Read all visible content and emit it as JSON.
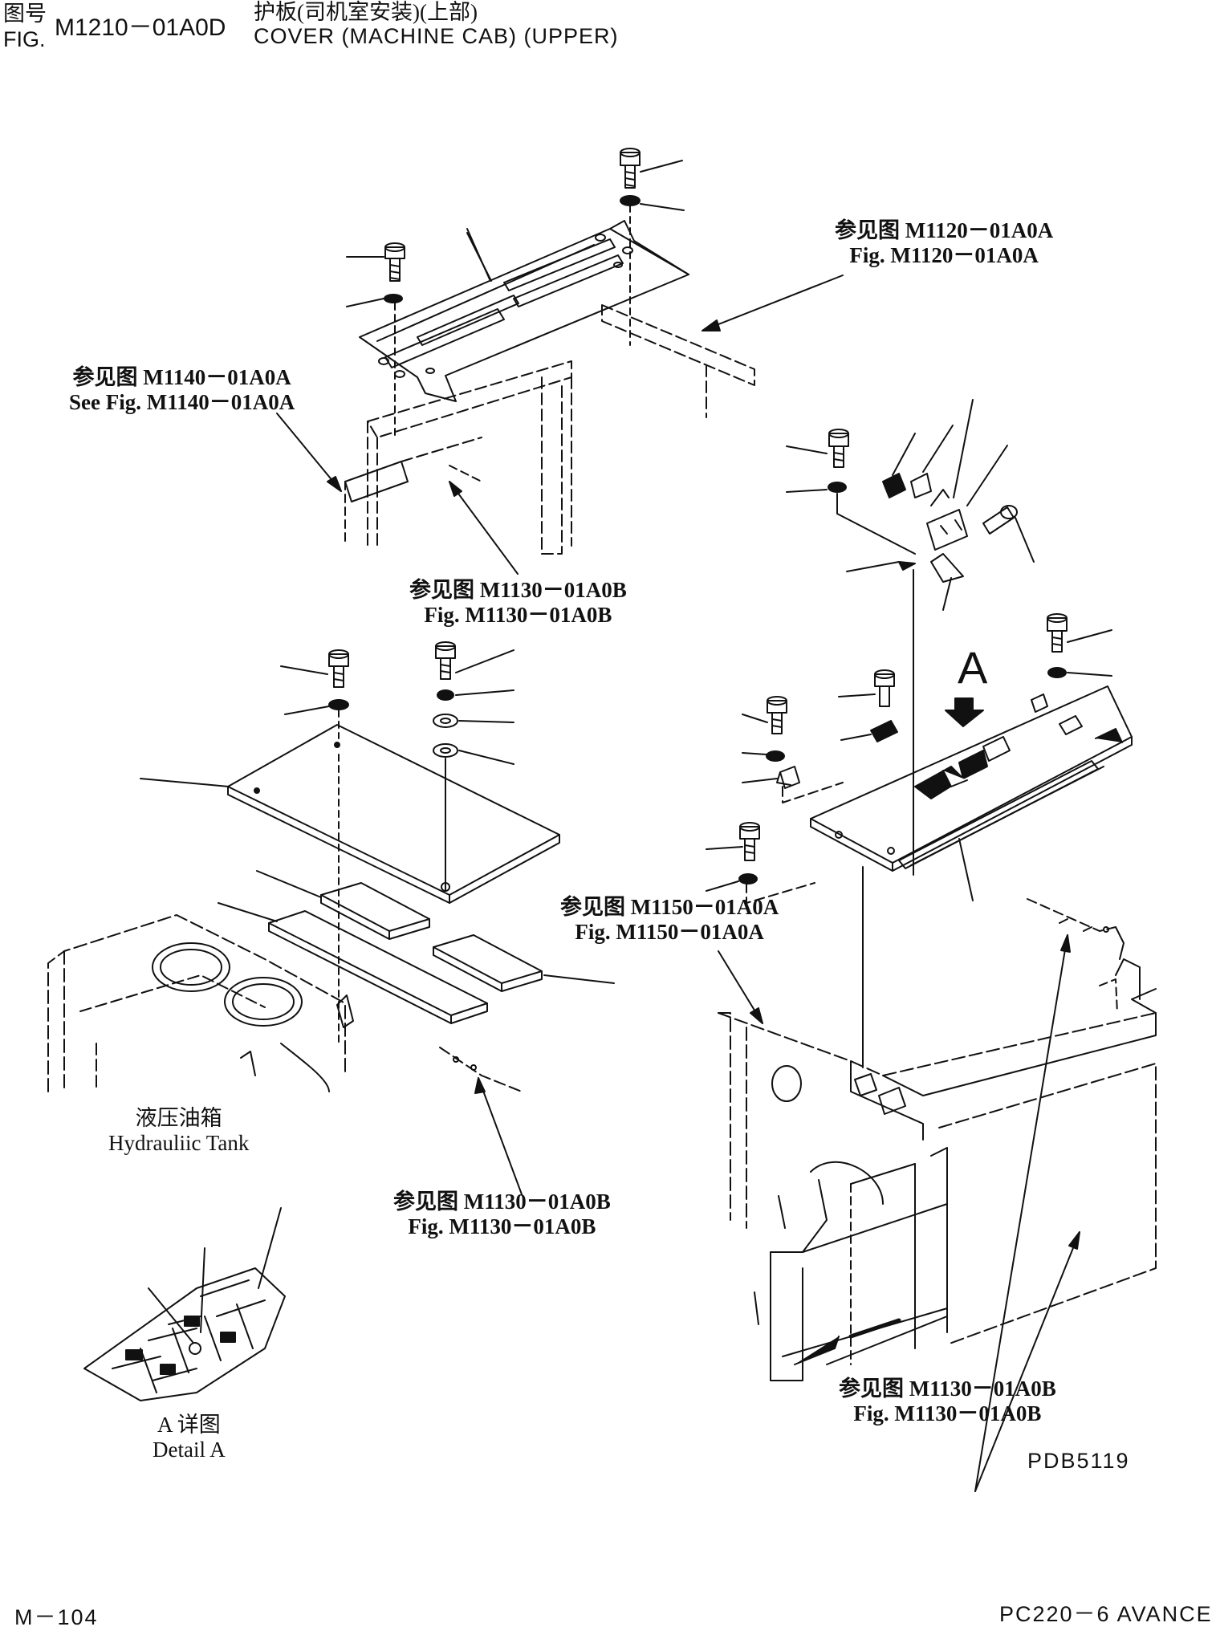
{
  "header": {
    "fig_label_zh": "图号",
    "fig_label_en": "FIG.",
    "fig_number": "M1210－01A0D",
    "title_zh": "护板(司机室安装)(上部)",
    "title_en": "COVER (MACHINE CAB) (UPPER)"
  },
  "references": [
    {
      "zh": "参见图 M1120－01A0A",
      "en": "Fig. M1120－01A0A"
    },
    {
      "zh": "参见图 M1140－01A0A",
      "en": "See Fig. M1140－01A0A"
    },
    {
      "zh": "参见图 M1130－01A0B",
      "en": "Fig. M1130－01A0B"
    },
    {
      "zh": "参见图 M1150－01A0A",
      "en": "Fig. M1150－01A0A"
    },
    {
      "zh": "参见图 M1130－01A0B",
      "en": "Fig. M1130－01A0B"
    },
    {
      "zh": "参见图 M1130－01A0B",
      "en": "Fig. M1130－01A0B"
    }
  ],
  "labels": {
    "hydraulic_tank_zh": "液压油箱",
    "hydraulic_tank_en": "Hydrauliic Tank",
    "detail_zh": "A 详图",
    "detail_en": "Detail A",
    "view_marker": "A",
    "drawing_code": "PDB5119"
  },
  "footer": {
    "page": "M－104",
    "model": "PC220－6 AVANCE"
  }
}
